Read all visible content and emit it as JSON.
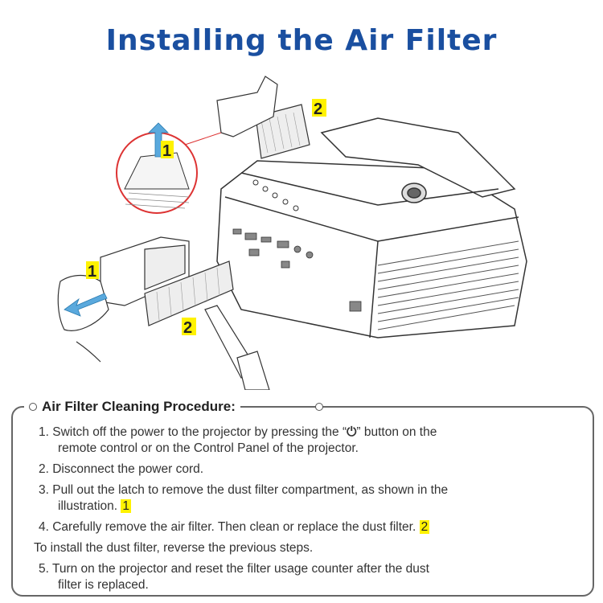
{
  "title": "Installing the Air Filter",
  "illustration": {
    "callout_1": "1",
    "callout_2": "2"
  },
  "procedure": {
    "heading": "Air Filter Cleaning Procedure:",
    "step1_a": "1. Switch off  the power to the projector by pressing the “",
    "step1_power": "⏻",
    "step1_b": "” button on the",
    "step1_c": "remote control or on the Control Panel of  the projector.",
    "step2": "2. Disconnect the power cord.",
    "step3_a": "3. Pull out the latch to remove the dust filter compartment, as shown in the",
    "step3_b": "illustration.",
    "step3_marker": "1",
    "step4_a": "4. Carefully remove the air filter. Then clean or replace the dust filter.",
    "step4_marker": "2",
    "note": "To install the dust filter, reverse the previous steps.",
    "step5_a": "5. Turn on the projector and reset the filter usage counter after the dust",
    "step5_b": "filter is replaced."
  }
}
